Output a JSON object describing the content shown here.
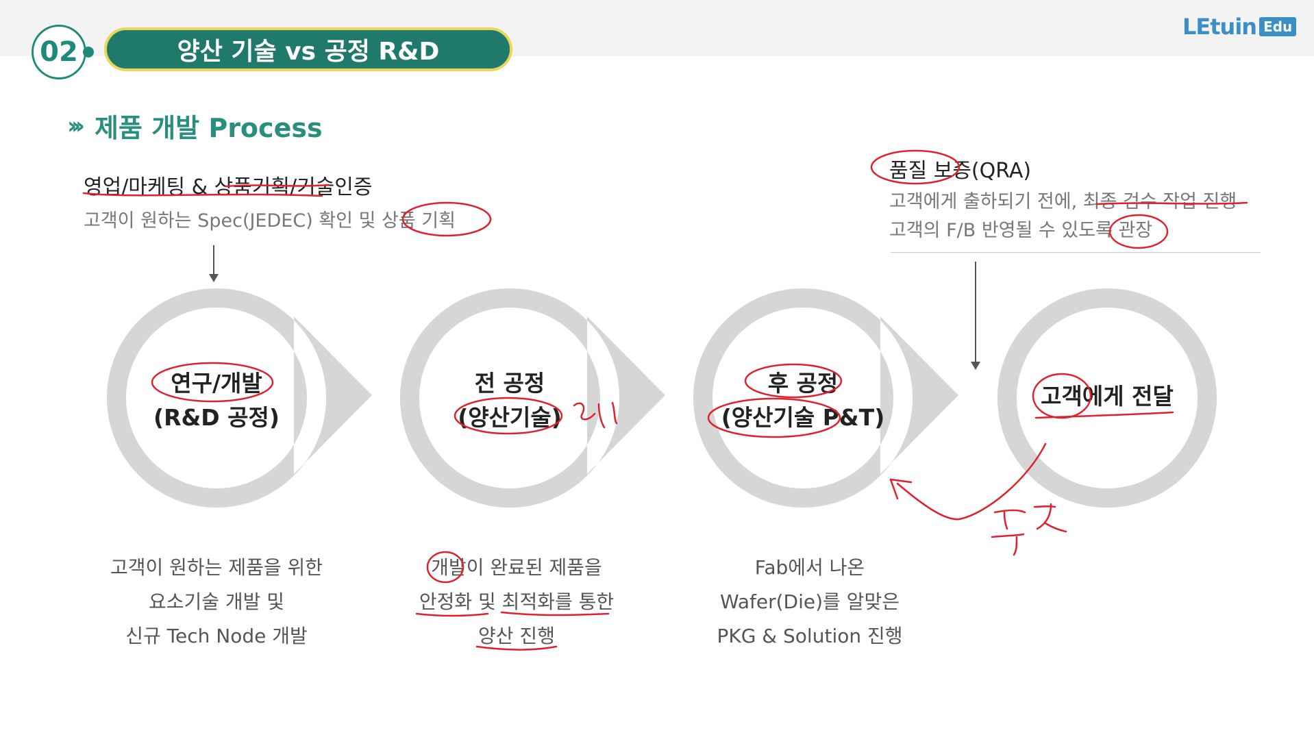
{
  "header": {
    "number": "02",
    "title": "양산 기술 vs 공정 R&D",
    "logo_main": "LEtuin",
    "logo_badge": "Edu"
  },
  "section": {
    "title": "제품 개발 Process"
  },
  "top_left_note": {
    "heading": "영업/마케팅 & 상품기획/기술인증",
    "sub": "고객이 원하는 Spec(JEDEC) 확인 및 상품 기획"
  },
  "top_right_note": {
    "heading": "품질 보증(QRA)",
    "sub_lines": [
      "고객에게 출하되기 전에, 최종 검수 작업 진행",
      "고객의 F/B 반영될 수 있도록 관장"
    ]
  },
  "stages": [
    {
      "line1": "연구/개발",
      "line2": "(R&D 공정)"
    },
    {
      "line1": "전 공정",
      "line2": "(양산기술)"
    },
    {
      "line1": "후 공정",
      "line2": "(양산기술 P&T)"
    },
    {
      "line1": "고객에게 전달",
      "line2": ""
    }
  ],
  "descriptions": [
    [
      "고객이 원하는 제품을 위한",
      "요소기술 개발 및",
      "신규 Tech Node 개발"
    ],
    [
      "개발이 완료된 제품을",
      "안정화 및 최적화를 통한",
      "양산 진행"
    ],
    [
      "Fab에서 나온",
      "Wafer(Die)를 알맞은",
      "PKG & Solution 진행"
    ]
  ],
  "colors": {
    "accent": "#1f7a6b",
    "highlight_border": "#e9d65a",
    "logo": "#3a8fc6",
    "ring": "#d6d6d6",
    "ink": "#e0202a"
  }
}
